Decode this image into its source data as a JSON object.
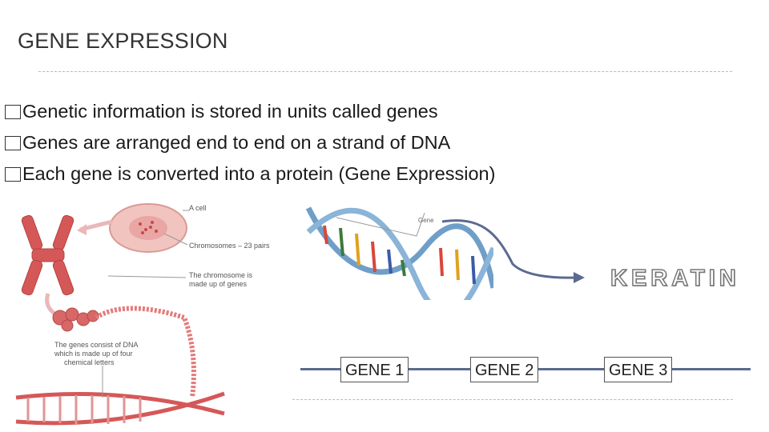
{
  "slide": {
    "title": "GENE EXPRESSION",
    "bullets": [
      "Genetic information is stored in units called genes",
      "Genes are arranged end to end on a strand of DNA",
      "Each gene is converted into a protein (Gene Expression)"
    ],
    "bullet_glyph": "□"
  },
  "illustration_cell": {
    "labels": {
      "cell": "A cell",
      "chromosomes": "Chromosomes – 23 pairs",
      "chromosome_genes_1": "The chromosome is",
      "chromosome_genes_2": "made up of genes",
      "dna_1": "The genes consist of DNA",
      "dna_2": "which is made up of four",
      "dna_3": "chemical letters"
    }
  },
  "illustration_dna": {
    "gene_label": "Gene"
  },
  "protein": {
    "label": "KERATIN"
  },
  "genes": [
    "GENE 1",
    "GENE 2",
    "GENE 3"
  ],
  "colors": {
    "line": "#5b6a8f",
    "cell": "#e8a6a6",
    "chromosome": "#d55858",
    "helix": "#8ab4d8"
  }
}
